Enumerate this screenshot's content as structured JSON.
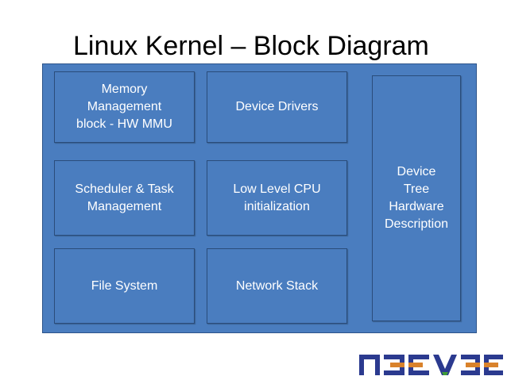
{
  "title": "Linux Kernel – Block Diagram",
  "blocks": {
    "memory": "Memory\nManagement\nblock - HW MMU",
    "drivers": "Device Drivers",
    "scheduler": "Scheduler & Task\nManagement",
    "cpu": "Low Level CPU\ninitialization",
    "fs": "File System",
    "network": "Network Stack",
    "device_tree": "Device\nTree\nHardware\nDescription"
  },
  "logo": {
    "text": "NEEVEE",
    "colors": {
      "primary": "#2b3a8f",
      "accent": "#d9822b",
      "green": "#3f9c35"
    }
  }
}
